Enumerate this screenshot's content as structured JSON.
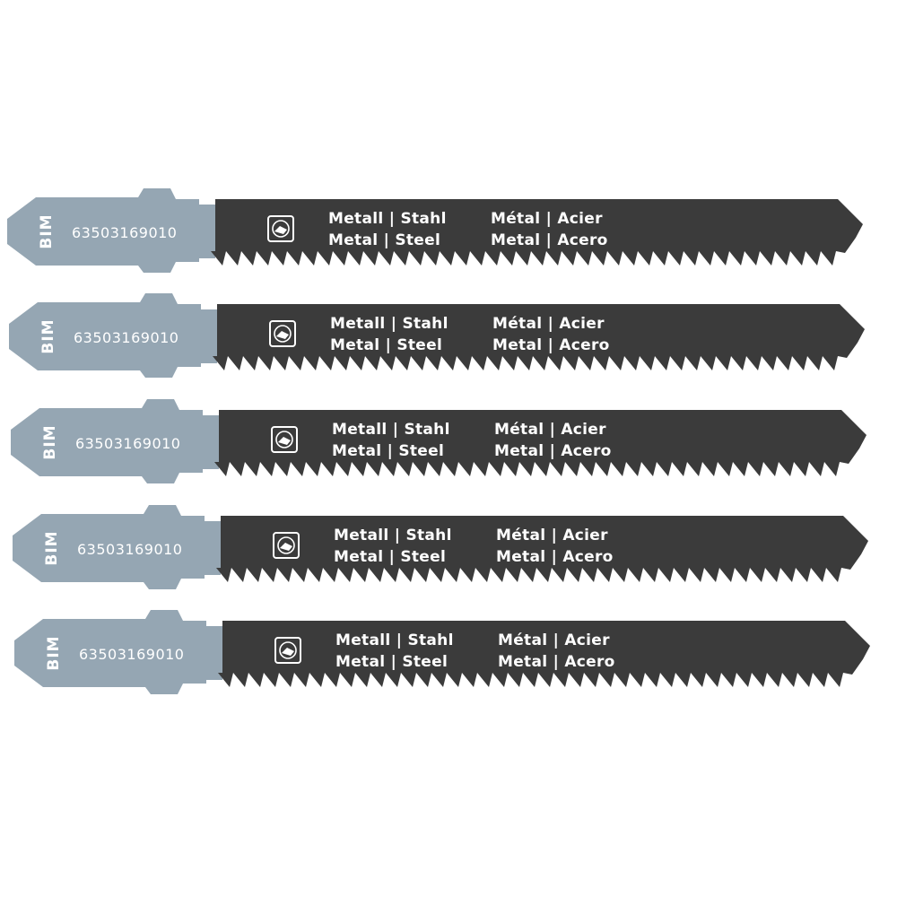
{
  "colors": {
    "shank": "#95a6b3",
    "blade": "#3b3b3b",
    "print": "#ffffff",
    "background": "#ffffff"
  },
  "blades": [
    {
      "type_code": "BIM",
      "part_number": "63503169010",
      "label_de": "Metall | Stahl",
      "label_en": "Metal | Steel",
      "label_fr": "Métal | Acier",
      "label_es": "Metal | Acero",
      "icon": "metal-material-icon"
    },
    {
      "type_code": "BIM",
      "part_number": "63503169010",
      "label_de": "Metall | Stahl",
      "label_en": "Metal | Steel",
      "label_fr": "Métal | Acier",
      "label_es": "Metal | Acero",
      "icon": "metal-material-icon"
    },
    {
      "type_code": "BIM",
      "part_number": "63503169010",
      "label_de": "Metall | Stahl",
      "label_en": "Metal | Steel",
      "label_fr": "Métal | Acier",
      "label_es": "Metal | Acero",
      "icon": "metal-material-icon"
    },
    {
      "type_code": "BIM",
      "part_number": "63503169010",
      "label_de": "Metall | Stahl",
      "label_en": "Metal | Steel",
      "label_fr": "Métal | Acier",
      "label_es": "Metal | Acero",
      "icon": "metal-material-icon"
    },
    {
      "type_code": "BIM",
      "part_number": "63503169010",
      "label_de": "Metall | Stahl",
      "label_en": "Metal | Steel",
      "label_fr": "Métal | Acier",
      "label_es": "Metal | Acero",
      "icon": "metal-material-icon"
    }
  ]
}
